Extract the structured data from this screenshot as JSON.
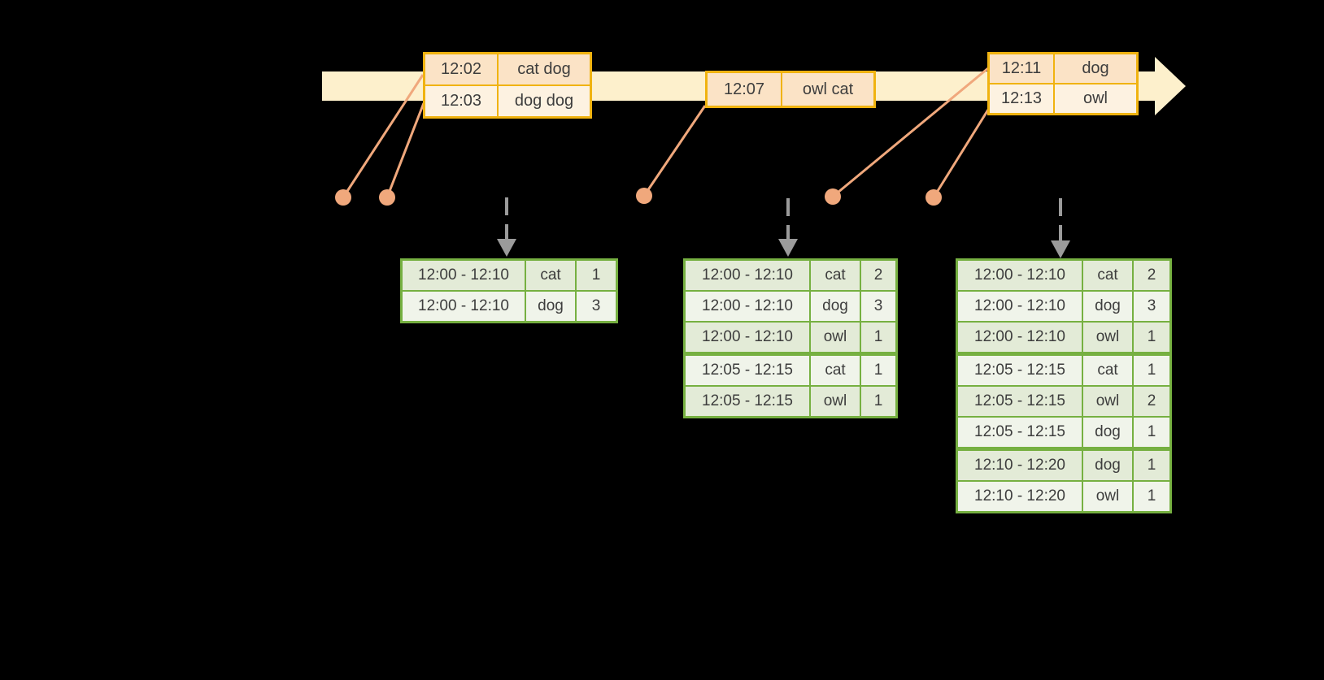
{
  "colors": {
    "background": "#000000",
    "timeline_fill": "#fdf0cc",
    "event_border": "#f0b310",
    "event_row_dark": "#fbe3c6",
    "event_row_light": "#fdf2e1",
    "connector": "#f0a87c",
    "trigger_arrow": "#9b9b9b",
    "result_border": "#76b041",
    "result_row_dark": "#e3ebd7",
    "result_row_light": "#f0f4ea",
    "text": "#3d3d3d"
  },
  "event_tables": [
    {
      "rows": [
        {
          "time": "12:02",
          "words": "cat dog"
        },
        {
          "time": "12:03",
          "words": "dog dog"
        }
      ]
    },
    {
      "rows": [
        {
          "time": "12:07",
          "words": "owl cat"
        }
      ]
    },
    {
      "rows": [
        {
          "time": "12:11",
          "words": "dog"
        },
        {
          "time": "12:13",
          "words": "owl"
        }
      ]
    }
  ],
  "result_tables": [
    {
      "rows": [
        {
          "window": "12:00 - 12:10",
          "word": "cat",
          "count": "1"
        },
        {
          "window": "12:00 - 12:10",
          "word": "dog",
          "count": "3"
        }
      ]
    },
    {
      "rows": [
        {
          "window": "12:00 - 12:10",
          "word": "cat",
          "count": "2"
        },
        {
          "window": "12:00 - 12:10",
          "word": "dog",
          "count": "3"
        },
        {
          "window": "12:00 - 12:10",
          "word": "owl",
          "count": "1"
        },
        {
          "window": "12:05 - 12:15",
          "word": "cat",
          "count": "1"
        },
        {
          "window": "12:05 - 12:15",
          "word": "owl",
          "count": "1"
        }
      ]
    },
    {
      "rows": [
        {
          "window": "12:00 - 12:10",
          "word": "cat",
          "count": "2"
        },
        {
          "window": "12:00 - 12:10",
          "word": "dog",
          "count": "3"
        },
        {
          "window": "12:00 - 12:10",
          "word": "owl",
          "count": "1"
        },
        {
          "window": "12:05 - 12:15",
          "word": "cat",
          "count": "1"
        },
        {
          "window": "12:05 - 12:15",
          "word": "owl",
          "count": "2"
        },
        {
          "window": "12:05 - 12:15",
          "word": "dog",
          "count": "1"
        },
        {
          "window": "12:10 - 12:20",
          "word": "dog",
          "count": "1"
        },
        {
          "window": "12:10 - 12:20",
          "word": "owl",
          "count": "1"
        }
      ]
    }
  ]
}
